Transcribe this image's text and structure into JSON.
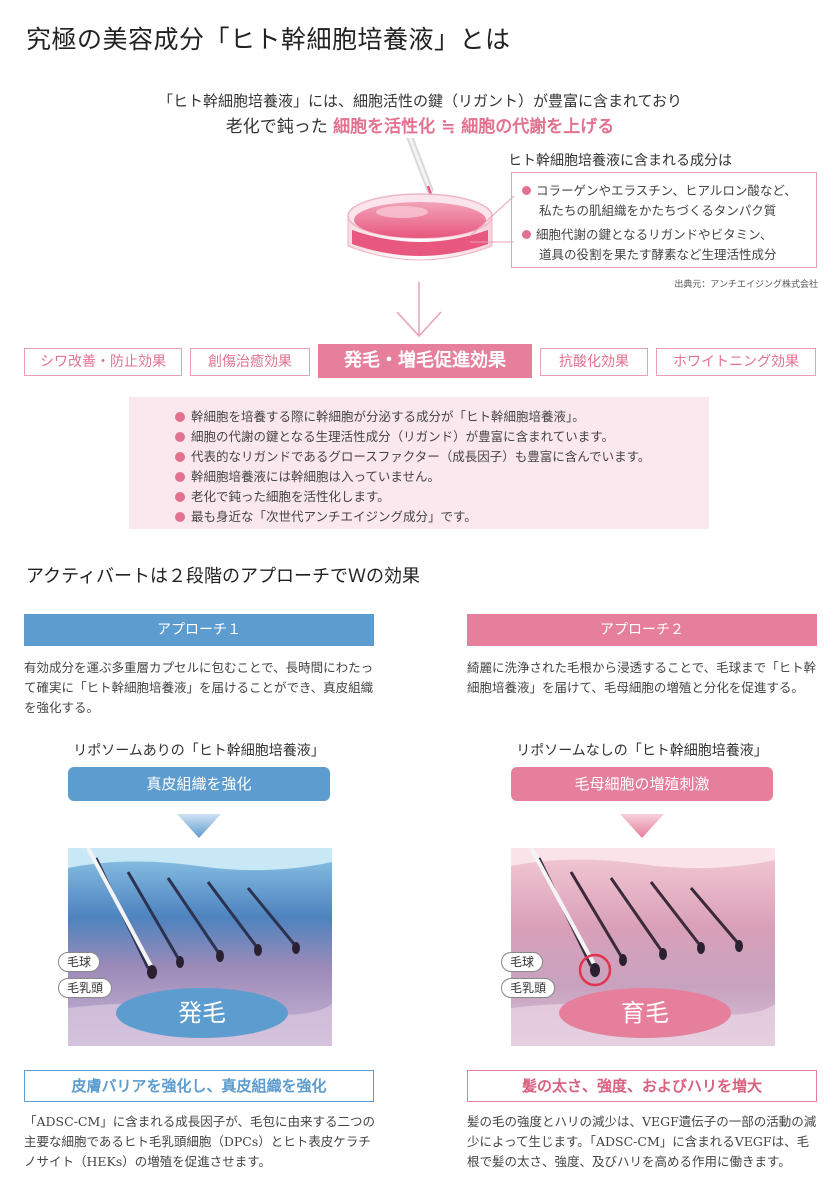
{
  "title": "究極の美容成分「ヒト幹細胞培養液」とは",
  "intro": {
    "line1": "「ヒト幹細胞培養液」には、細胞活性の鍵（リガント）が豊富に含まれており",
    "line2_prefix": "老化で鈍った",
    "line2_highlight": "細胞を活性化 ≒ 細胞の代謝を上げる"
  },
  "components": {
    "title": "ヒト幹細胞培養液に含まれる成分は",
    "items": [
      {
        "line1": "コラーゲンやエラスチン、ヒアルロン酸など、",
        "line2": "私たちの肌組織をかたちづくるタンパク質"
      },
      {
        "line1": "細胞代謝の鍵となるリガンドやビタミン、",
        "line2": "道具の役割を果たす酵素など生理活性成分"
      }
    ],
    "source": "出典元：アンチエイジング株式会社"
  },
  "effects": {
    "e1": "シワ改善・防止効果",
    "e2": "創傷治癒効果",
    "main": "発毛・増毛促進効果",
    "e4": "抗酸化効果",
    "e5": "ホワイトニング効果"
  },
  "bullets": [
    "幹細胞を培養する際に幹細胞が分泌する成分が「ヒト幹細胞培養液」。",
    "細胞の代謝の鍵となる生理活性成分（リガンド）が豊富に含まれています。",
    "代表的なリガンドであるグロースファクター（成長因子）も豊富に含んでいます。",
    "幹細胞培養液には幹細胞は入っていません。",
    "老化で鈍った細胞を活性化します。",
    "最も身近な「次世代アンチエイジング成分」です。"
  ],
  "section2": "アクティバートは２段階のアプローチでＷの効果",
  "approach1": {
    "bar": "アプローチ１",
    "text": "有効成分を運ぶ多重層カプセルに包むことで、長時間にわたって確実に「ヒト幹細胞培養液」を届けることができ、真皮組織を強化する。",
    "subtitle": "リポソームありの「ヒト幹細胞培養液」",
    "pill": "真皮組織を強化",
    "label1": "毛球",
    "label2": "毛乳頭",
    "oval": "発毛",
    "result": "皮膚バリアを強化し、真皮組織を強化",
    "foot": "「ADSC-CM」に含まれる成長因子が、毛包に由来する二つの主要な細胞であるヒト毛乳頭細胞（DPCs）とヒト表皮ケラチノサイト（HEKs）の増殖を促進させます。"
  },
  "approach2": {
    "bar": "アプローチ２",
    "text": "綺麗に洗浄された毛根から浸透することで、毛球まで「ヒト幹細胞培養液」を届けて、毛母細胞の増殖と分化を促進する。",
    "subtitle": "リポソームなしの「ヒト幹細胞培養液」",
    "pill": "毛母細胞の増殖刺激",
    "label1": "毛球",
    "label2": "毛乳頭",
    "oval": "育毛",
    "result": "髪の太さ、強度、およびハリを増大",
    "foot": "髪の毛の強度とハリの減少は、VEGF遺伝子の一部の活動の減少によって生じます。「ADSC-CM」に含まれるVEGFは、毛根で髪の太さ、強度、及びハリを高める作用に働きます。"
  },
  "colors": {
    "pink": "#e57f9b",
    "blue": "#5d9ccf"
  }
}
